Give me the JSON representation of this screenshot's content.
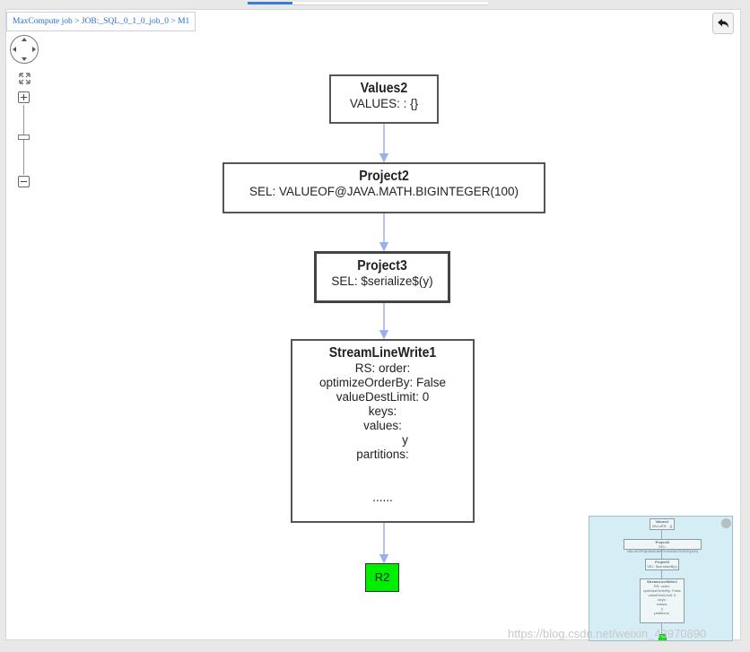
{
  "breadcrumb": "MaxCompute job > JOB:_SQL_0_1_0_job_0 > M1",
  "nodes": [
    {
      "title": "Values2",
      "details": [
        "VALUES:  : {}"
      ]
    },
    {
      "title": "Project2",
      "details": [
        "SEL: VALUEOF@JAVA.MATH.BIGINTEGER(100)"
      ]
    },
    {
      "title": "Project3",
      "details": [
        "SEL: $serialize$(y)"
      ]
    },
    {
      "title": "StreamLineWrite1",
      "details": [
        "RS: order:",
        "optimizeOrderBy: False",
        "valueDestLimit: 0",
        "keys:",
        "values:",
        "y",
        "partitions:",
        "",
        "",
        "......"
      ]
    }
  ],
  "sink": "R2",
  "minimap": {
    "nodes": [
      {
        "title": "Values2",
        "details": [
          "VALUES: : {}"
        ]
      },
      {
        "title": "Project2",
        "details": [
          "SEL: VALUEOF@JAVA.MATH.BIGINTEGER(100)"
        ]
      },
      {
        "title": "Project3",
        "details": [
          "SEL: $serialize$(y)"
        ]
      },
      {
        "title": "StreamLineWrite1",
        "details": [
          "RS: order:",
          "optimizeOrderBy: False",
          "valueDestLimit: 0",
          "keys:",
          "values:",
          "y",
          "partitions:"
        ]
      }
    ]
  },
  "watermark": "https://blog.csdn.net/weixin_43970890",
  "colors": {
    "edge": "#9aaef0",
    "sink": "#00ee00",
    "minimap_bg": "#d5edf5",
    "link": "#2d6fc8"
  },
  "icons": {
    "back": "back-arrow-icon",
    "pan": "pan-control-icon",
    "fit": "fit-screen-icon",
    "zoom_in": "zoom-in-icon",
    "zoom_out": "zoom-out-icon"
  }
}
